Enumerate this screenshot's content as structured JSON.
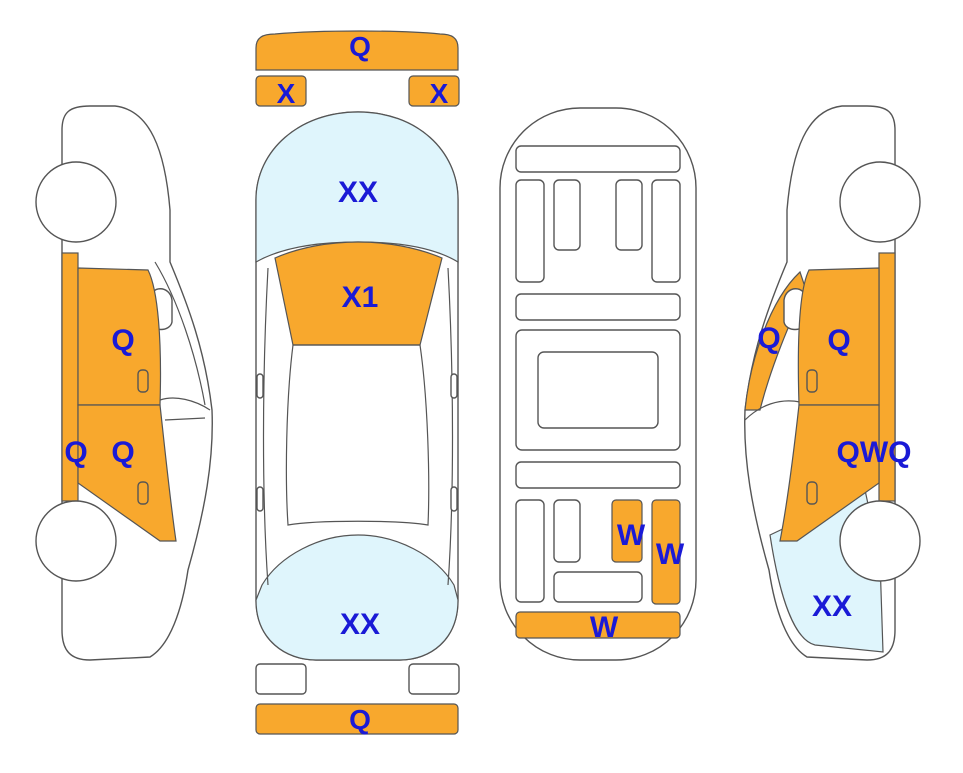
{
  "colors": {
    "damaged": "#f8a82d",
    "highlight": "#dff5fc",
    "outline": "#555555",
    "label": "#1a1ad6",
    "background": "#ffffff"
  },
  "legend_codes": {
    "Q": "Q",
    "X": "X",
    "XX": "XX",
    "X1": "X1",
    "W": "W",
    "QWQ": "QWQ"
  },
  "left_view": {
    "front_door": "Q",
    "rear_door": "Q",
    "rocker": "Q"
  },
  "top_view": {
    "front_bumper": "Q",
    "headlight_left": "X",
    "headlight_right": "X",
    "hood": "XX",
    "windshield": "X1",
    "rear_window": "XX",
    "rear_bumper": "Q"
  },
  "underbody_view": {
    "panel_a": "W",
    "panel_b": "W",
    "rear_panel": "W"
  },
  "right_view": {
    "a_pillar": "Q",
    "front_door": "Q",
    "rear_door": "QWQ",
    "rear_fender": "XX"
  }
}
